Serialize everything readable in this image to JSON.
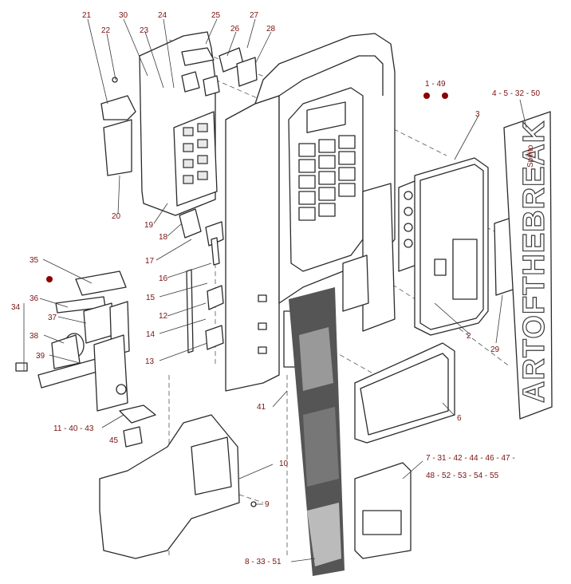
{
  "callouts": [
    {
      "id": "c21",
      "text": "21"
    },
    {
      "id": "c22",
      "text": "22"
    },
    {
      "id": "c30",
      "text": "30"
    },
    {
      "id": "c23",
      "text": "23"
    },
    {
      "id": "c24",
      "text": "24"
    },
    {
      "id": "c25",
      "text": "25"
    },
    {
      "id": "c26",
      "text": "26"
    },
    {
      "id": "c27",
      "text": "27"
    },
    {
      "id": "c28",
      "text": "28"
    },
    {
      "id": "c1_49",
      "text": "1  -  49"
    },
    {
      "id": "c3",
      "text": "3"
    },
    {
      "id": "c4_50",
      "text": "4  -  5  - 32  -  50"
    },
    {
      "id": "c20",
      "text": "20"
    },
    {
      "id": "c19",
      "text": "19"
    },
    {
      "id": "c18",
      "text": "18"
    },
    {
      "id": "c17",
      "text": "17"
    },
    {
      "id": "c16",
      "text": "16"
    },
    {
      "id": "c35",
      "text": "35"
    },
    {
      "id": "c15",
      "text": "15"
    },
    {
      "id": "c34",
      "text": "34"
    },
    {
      "id": "c36",
      "text": "36"
    },
    {
      "id": "c12",
      "text": "12"
    },
    {
      "id": "c37",
      "text": "37"
    },
    {
      "id": "c14",
      "text": "14"
    },
    {
      "id": "c38",
      "text": "38"
    },
    {
      "id": "c13",
      "text": "13"
    },
    {
      "id": "c39",
      "text": "39"
    },
    {
      "id": "c2",
      "text": "2"
    },
    {
      "id": "c29",
      "text": "29"
    },
    {
      "id": "c41",
      "text": "41"
    },
    {
      "id": "c6",
      "text": "6"
    },
    {
      "id": "c11_43",
      "text": "11 - 40 - 43"
    },
    {
      "id": "c45",
      "text": "45"
    },
    {
      "id": "c7_47",
      "text": "7  -   31 - 42 - 44 - 46 - 47  -"
    },
    {
      "id": "c48_55",
      "text": "48 - 52 - 53 - 54 - 55"
    },
    {
      "id": "c10",
      "text": "10"
    },
    {
      "id": "c9",
      "text": "9"
    },
    {
      "id": "c8_51",
      "text": "8 - 33 - 51"
    }
  ],
  "brand_panel": {
    "main_text": "ARTOFTHEBREAK",
    "small_text": "Spirito"
  },
  "colors": {
    "callout": "#7a1212",
    "line": "#2a2a2a",
    "bullet": "#8b0000"
  }
}
